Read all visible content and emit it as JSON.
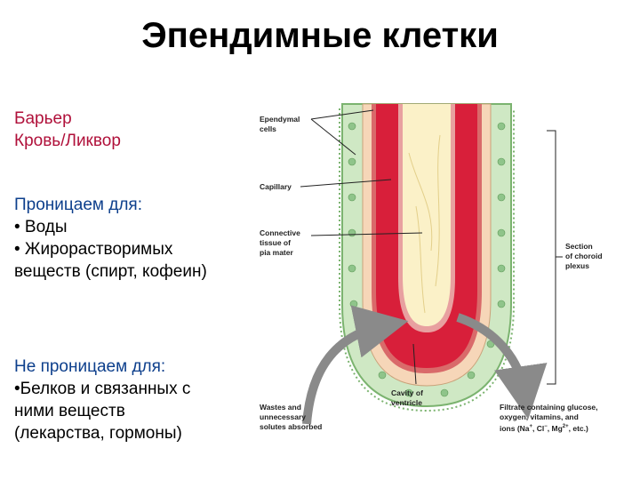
{
  "title": "Эпендимные клетки",
  "barrier": {
    "line1": "Барьер",
    "line2": "Кровь/Ликвор"
  },
  "permeable": {
    "heading": "Проницаем для:",
    "items": [
      "• Воды",
      "• Жирорастворимых",
      "веществ (спирт, кофеин)"
    ]
  },
  "impermeable": {
    "heading": "Не проницаем для:",
    "items": [
      "•Белков и связанных с",
      "ними веществ",
      "(лекарства, гормоны)"
    ]
  },
  "figure": {
    "labels": {
      "ependymal_1": "Ependymal",
      "ependymal_2": "cells",
      "capillary": "Capillary",
      "connective_1": "Connective",
      "connective_2": "tissue of",
      "connective_3": "pia mater",
      "section_1": "Section",
      "section_2": "of choroid",
      "section_3": "plexus",
      "cavity_1": "Cavity of",
      "cavity_2": "ventricle",
      "wastes_1": "Wastes and",
      "wastes_2": "unnecessary",
      "wastes_3": "solutes absorbed",
      "filtrate_1": "Filtrate containing glucose,",
      "filtrate_2": "oxygen, vitamins, and",
      "filtrate_3a": "ions (Na",
      "filtrate_sup1": "+",
      "filtrate_3b": ", Cl",
      "filtrate_sup2": "−",
      "filtrate_3c": ", Mg",
      "filtrate_sup3": "2+",
      "filtrate_3d": ", etc.)"
    },
    "colors": {
      "epithelium": "#cfe8c4",
      "nucleus": "#8fc48a",
      "capillary_wall": "#d96a6a",
      "blood": "#d81f3a",
      "connective": "#fbf1c8",
      "arrow": "#8a8a8a"
    }
  }
}
